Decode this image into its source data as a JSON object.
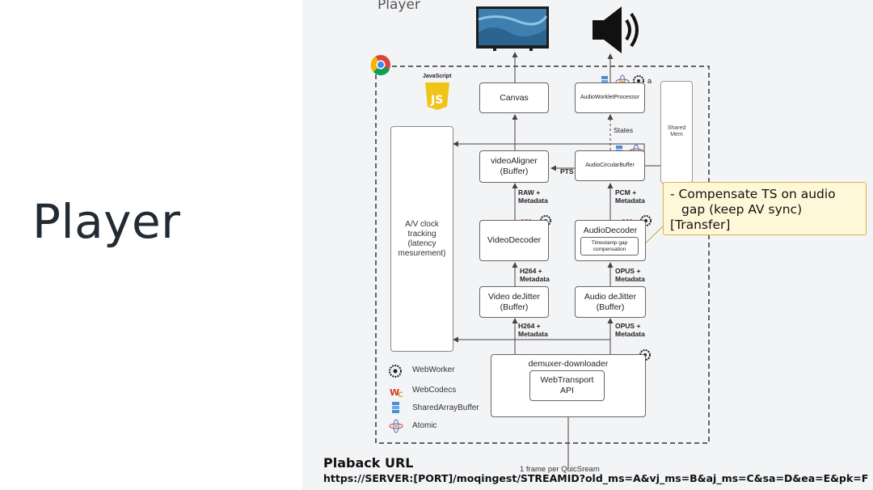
{
  "slide_title": "Player",
  "panel_title": "Player",
  "nodes": {
    "javascript_badge": "JavaScript",
    "canvas": "Canvas",
    "audio_worklet": "AudioWorkletProcessor",
    "shared_mem": "Shared Mem",
    "audio_circular_buffer": "AudioCircularBuffer",
    "video_aligner": "videoAligner (Buffer)",
    "av_clock": "A/V clock tracking (latency mesurement)",
    "video_decoder": "VideoDecoder",
    "audio_decoder": "AudioDecoder",
    "timestamp_gap": "Timestamp gap compensation",
    "video_dejitter": "Video deJitter (Buffer)",
    "audio_dejitter": "Audio deJitter (Buffer)",
    "demuxer": "demuxer-downloader",
    "webtransport": "WebTransport API"
  },
  "edge_labels": {
    "states": "States",
    "pts": "PTS",
    "raw_metadata": "RAW + Metadata",
    "pcm_metadata": "PCM + Metadata",
    "h264_metadata_top": "H264 + Metadata",
    "opus_metadata_top": "OPUS + Metadata",
    "h264_metadata_bottom": "H264 + Metadata",
    "opus_metadata_bottom": "OPUS + Metadata",
    "worklet_mark": "a",
    "bottom_note": "1 frame per QuicSream"
  },
  "legend": {
    "webworker": "WebWorker",
    "webcodecs": "WebCodecs",
    "sharedarraybuffer": "SharedArrayBuffer",
    "atomic": "Atomic"
  },
  "callout": {
    "line1": "-   Compensate TS on audio",
    "line2": "gap (keep AV sync)",
    "line3": "[Transfer]"
  },
  "footer": {
    "title": "Plaback URL",
    "url": "https://SERVER:[PORT]/moqingest/STREAMID?old_ms=A&vj_ms=B&aj_ms=C&sa=D&ea=E&pk=F"
  }
}
